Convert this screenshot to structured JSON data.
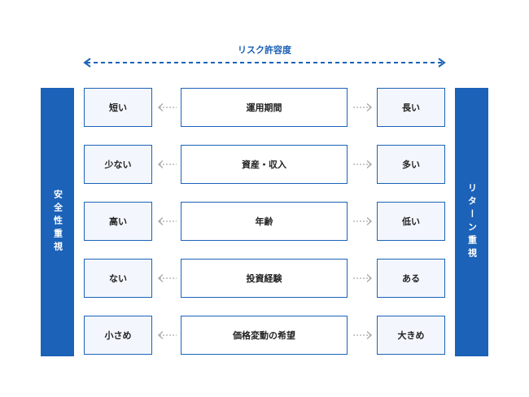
{
  "top_label": "リスク許容度",
  "left_side_label": "安全性重視",
  "right_side_label": "リターン重視",
  "rows": [
    {
      "left": "短い",
      "center": "運用期間",
      "right": "長い"
    },
    {
      "left": "少ない",
      "center": "資産・収入",
      "right": "多い"
    },
    {
      "left": "高い",
      "center": "年齢",
      "right": "低い"
    },
    {
      "left": "ない",
      "center": "投資経験",
      "right": "ある"
    },
    {
      "left": "小さめ",
      "center": "価格変動の希望",
      "right": "大きめ"
    }
  ],
  "colors": {
    "accent": "#1b62b8",
    "box_fill": "#f3f7fd",
    "arrow_gray": "#aaaaaa"
  }
}
